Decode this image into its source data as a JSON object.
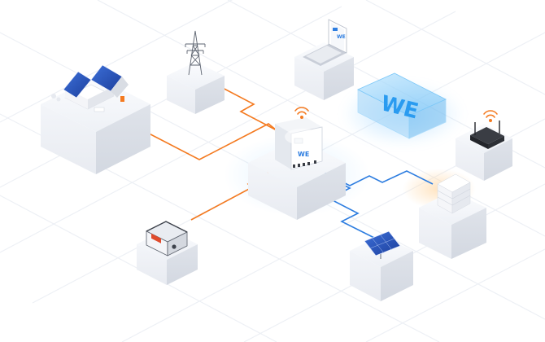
{
  "brand": {
    "logo_text": "WE",
    "accent_orange": "#F47A20",
    "accent_blue": "#2D7DE0",
    "cloud_blue": "#4FB3F5"
  },
  "nodes": [
    {
      "id": "house",
      "icon": "solar-house-icon"
    },
    {
      "id": "grid",
      "icon": "power-tower-icon"
    },
    {
      "id": "laptop",
      "icon": "laptop-icon"
    },
    {
      "id": "cloud",
      "icon": "cloud-platform-icon"
    },
    {
      "id": "router",
      "icon": "wifi-router-icon"
    },
    {
      "id": "inverter",
      "icon": "inverter-icon"
    },
    {
      "id": "battery",
      "icon": "battery-rack-icon"
    },
    {
      "id": "panel",
      "icon": "solar-panel-icon"
    },
    {
      "id": "generator",
      "icon": "generator-icon"
    }
  ],
  "links": [
    {
      "from": "house",
      "to": "inverter",
      "type": "power",
      "color": "#F47A20"
    },
    {
      "from": "grid",
      "to": "inverter",
      "type": "power",
      "color": "#F47A20"
    },
    {
      "from": "generator",
      "to": "inverter",
      "type": "power",
      "color": "#F47A20"
    },
    {
      "from": "inverter",
      "to": "battery",
      "type": "dc",
      "color": "#2D7DE0"
    },
    {
      "from": "inverter",
      "to": "panel",
      "type": "dc",
      "color": "#2D7DE0"
    }
  ]
}
